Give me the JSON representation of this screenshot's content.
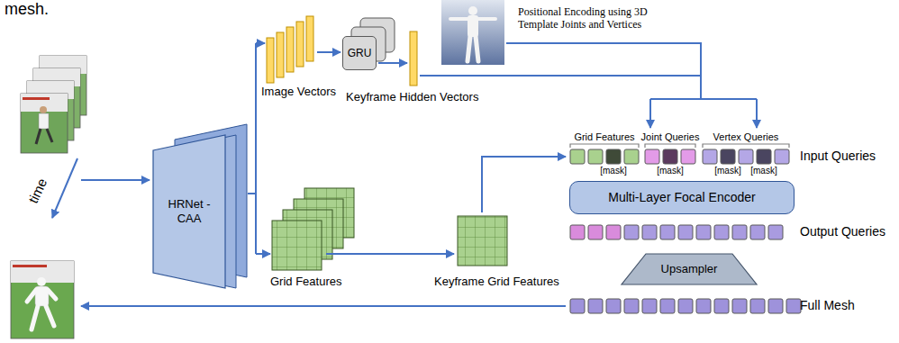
{
  "diagram": {
    "nodes": [
      {
        "text": [
          "HRNet -CAA"
        ]
      },
      {
        "text": [
          "GRU"
        ]
      },
      {
        "text": [
          "Multi-Layer Focal Encoder"
        ]
      },
      {
        "text": [
          "Upsampler"
        ]
      }
    ],
    "labels": [
      "mesh.",
      "time",
      "Image Vectors",
      "Keyframe Hidden Vectors",
      "Positional Encoding using 3D Template Joints and Vertices",
      "Grid Features",
      "Keyframe Grid Features",
      "Grid Features",
      "Joint Queries",
      "Vertex Queries",
      "Input Queries",
      "[mask]",
      "[mask]",
      "[mask]",
      "[mask]",
      "Output Queries",
      "Full Mesh"
    ]
  }
}
